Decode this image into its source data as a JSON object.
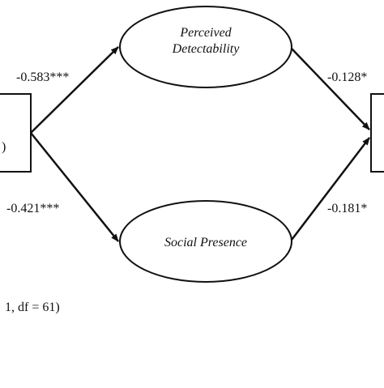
{
  "diagram": {
    "nodes": {
      "left_box_label": ")",
      "mediator_top_line1": "Perceived",
      "mediator_top_line2": "Detectability",
      "mediator_bottom": "Social Presence"
    },
    "paths": {
      "left_to_top": "-0.583***",
      "left_to_bottom": "-0.421***",
      "top_to_right": "-0.128*",
      "bottom_to_right": "-0.181*"
    },
    "footnote": "1, df = 61)",
    "colors": {
      "stroke": "#111111",
      "background": "#ffffff"
    }
  }
}
